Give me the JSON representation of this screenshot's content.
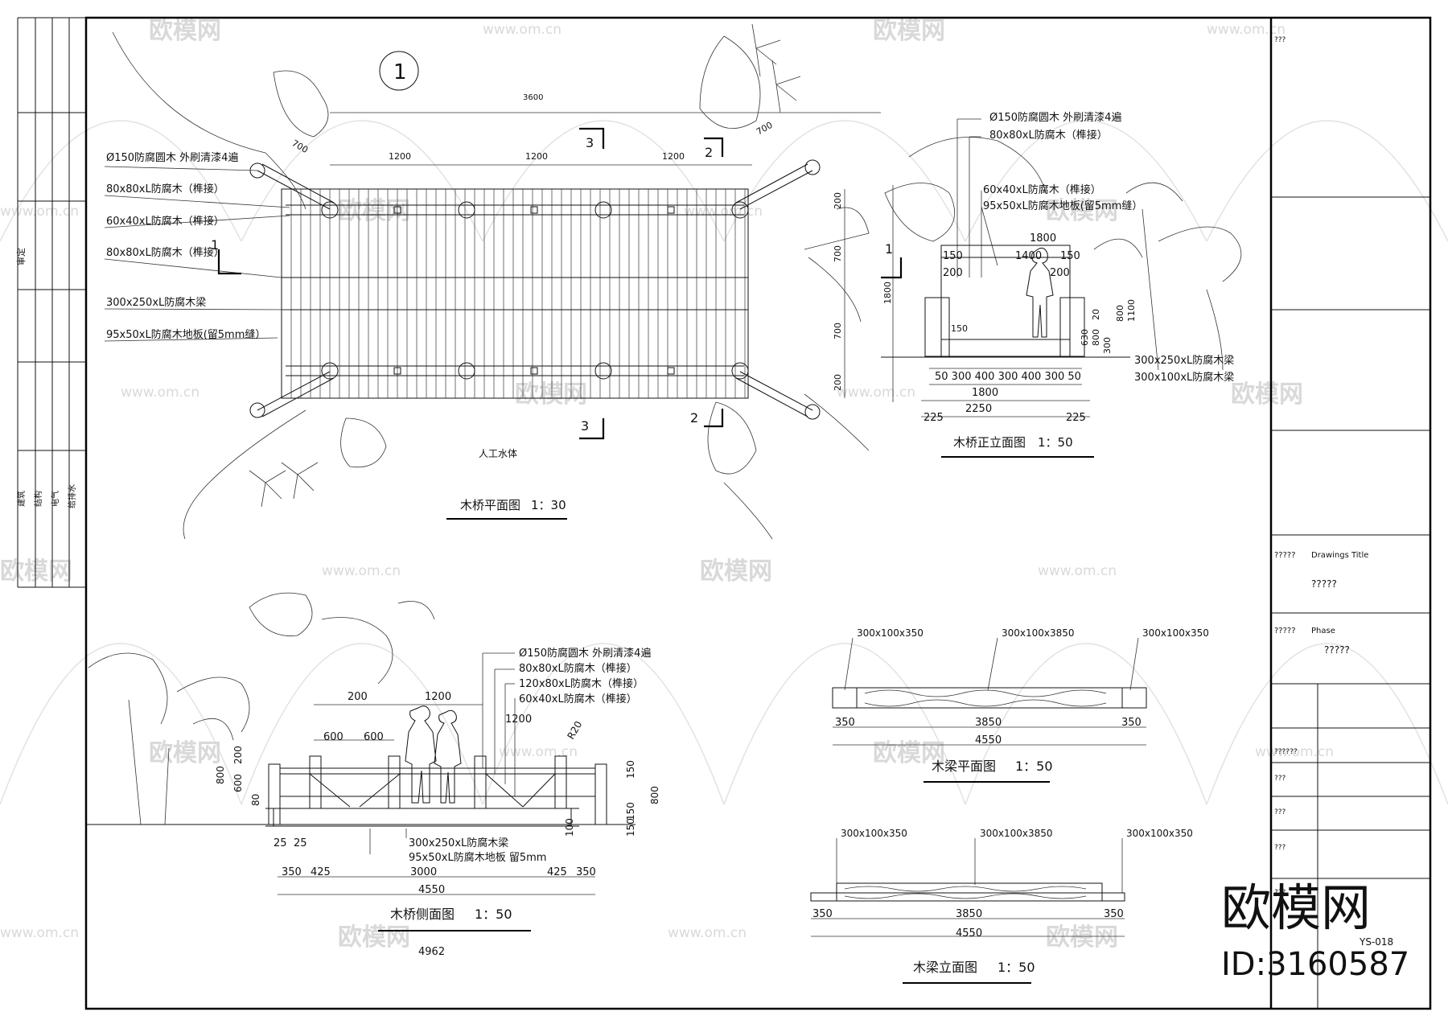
{
  "watermark": {
    "brand": "欧模网",
    "url": "www.om.cn",
    "id_text": "ID:3160587"
  },
  "left_strip": {
    "label_upper": "审定",
    "labels_lower": [
      "建筑",
      "结构",
      "电气",
      "给排水"
    ]
  },
  "plan_view": {
    "marker": "1",
    "title": "木桥平面图",
    "scale": "1：30",
    "water_label": "人工水体",
    "dims": {
      "overall": "3600",
      "bay1": "1200",
      "bay2": "1200",
      "bay3": "1200",
      "diag_left": "700",
      "diag_right": "700",
      "side_top": "200",
      "side_mid1": "700",
      "side_mid2": "700",
      "side_bottom": "200",
      "side_total": "1800"
    },
    "section_marks": {
      "s1_left": "1",
      "s1_right": "1",
      "s2_top": "2",
      "s2_bottom": "2",
      "s3_top": "3",
      "s3_bottom": "3"
    },
    "callouts": [
      "Ø150防腐圆木 外刷清漆4遍",
      "80x80xL防腐木（榫接）",
      "60x40xL防腐木（榫接）",
      "80x80xL防腐木（榫接）",
      "300x250xL防腐木梁",
      "95x50xL防腐木地板(留5mm缝）"
    ]
  },
  "front_view": {
    "title": "木桥正立面图",
    "scale": "1：50",
    "callouts": [
      "Ø150防腐圆木 外刷清漆4遍",
      "80x80xL防腐木（榫接）",
      "60x40xL防腐木（榫接）",
      "95x50xL防腐木地板(留5mm缝）"
    ],
    "callouts_bottom": [
      "300x250xL防腐木梁",
      "300x100xL防腐木梁"
    ],
    "dims": {
      "top1": "1800",
      "top2": "1400",
      "top2b": "150",
      "left_a": "150",
      "left_b": "200",
      "right_a": "200",
      "row": "50 300 400 300 400 300 50",
      "mid": "1800",
      "total": "2250",
      "edge_left": "225",
      "edge_right": "225",
      "v1": "150",
      "v2": "630",
      "v3": "800",
      "v4": "20",
      "v5": "300",
      "v6": "800",
      "v7": "1100"
    }
  },
  "side_view": {
    "title": "木桥侧面图",
    "scale": "1：50",
    "callouts": [
      "Ø150防腐圆木 外刷清漆4遍",
      "80x80xL防腐木（榫接）",
      "120x80xL防腐木（榫接）",
      "60x40xL防腐木（榫接）"
    ],
    "callouts_bottom": [
      "300x250xL防腐木梁",
      "95x50xL防腐木地板 留5mm"
    ],
    "dims": {
      "top_200": "200",
      "top_1200": "1200",
      "top_1200b": "1200",
      "top_600a": "600",
      "top_600b": "600",
      "radius": "R20",
      "left_800": "800",
      "left_600": "600",
      "left_200": "200",
      "left_80": "80",
      "right_150": "150",
      "right_800": "800",
      "right_150b": "150",
      "right_150c": "150",
      "bot_25a": "25",
      "bot_25b": "25",
      "bot_350": "350",
      "bot_425": "425",
      "bot_3000": "3000",
      "bot_425b": "425",
      "bot_350b": "350",
      "bot_4550": "4550",
      "bot_4962": "4962",
      "bot_100": "100"
    }
  },
  "beam_plan": {
    "title": "木梁平面图",
    "scale": "1：50",
    "labels": [
      "300x100x350",
      "300x100x3850",
      "300x100x350"
    ],
    "dims": [
      "350",
      "3850",
      "350",
      "4550"
    ]
  },
  "beam_elev": {
    "title": "木梁立面图",
    "scale": "1：50",
    "labels": [
      "300x100x350",
      "300x100x3850",
      "300x100x350"
    ],
    "dims": [
      "350",
      "3850",
      "350",
      "4550"
    ]
  },
  "title_block": {
    "drawings_title_label": "?????",
    "drawings_title_en": "Drawings Title",
    "drawings_title_value": "?????",
    "phase_label": "?????",
    "phase_en": "Phase",
    "phase_value": "?????",
    "top_q": "???",
    "small_q": [
      "??????",
      "???",
      "???",
      "???",
      "???"
    ],
    "code": "YS-018"
  }
}
